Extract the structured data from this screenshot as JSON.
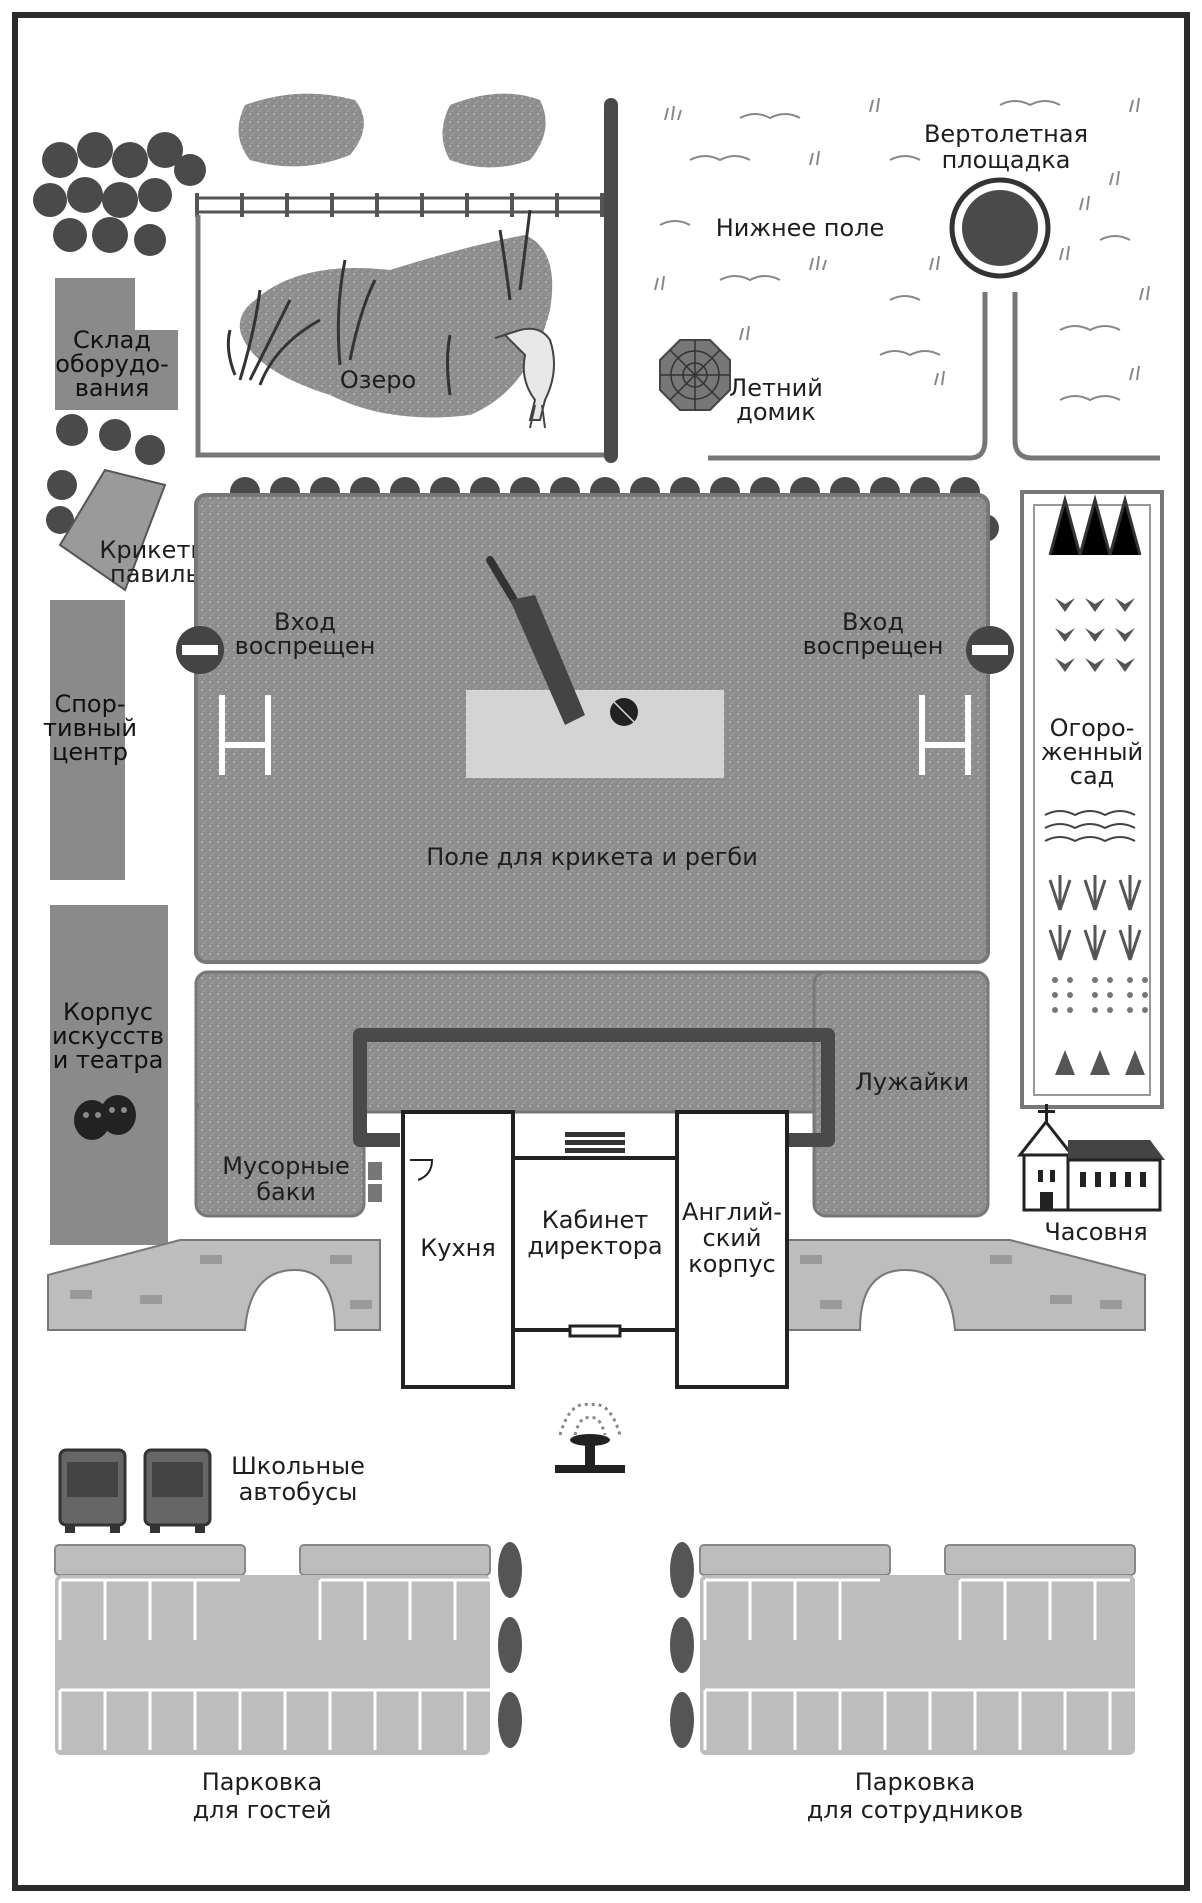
{
  "map": {
    "labels": {
      "equipment_store": [
        "Склад",
        "оборудо-",
        "вания"
      ],
      "lake": "Озеро",
      "lower_field": "Нижнее поле",
      "helipad": [
        "Вертолетная",
        "площадка"
      ],
      "summer_house": [
        "Летний",
        "домик"
      ],
      "cricket_pavilion": [
        "Крикетный",
        "павильон"
      ],
      "no_entry_left": [
        "Вход",
        "воспрещен"
      ],
      "no_entry_right": [
        "Вход",
        "воспрещен"
      ],
      "sports_centre": [
        "Спор-",
        "тивный",
        "центр"
      ],
      "walled_garden": [
        "Огоро-",
        "женный",
        "сад"
      ],
      "pitch": "Поле для крикета и регби",
      "arts_theatre": [
        "Корпус",
        "искусств",
        "и театра"
      ],
      "lawns": "Лужайки",
      "bins": [
        "Мусорные",
        "баки"
      ],
      "kitchen": "Кухня",
      "head_office": [
        "Кабинет",
        "директора"
      ],
      "english_building": [
        "Англий-",
        "ский",
        "корпус"
      ],
      "chapel": "Часовня",
      "school_buses": [
        "Школьные",
        "автобусы"
      ],
      "visitor_parking": [
        "Парковка",
        "для гостей"
      ],
      "staff_parking": [
        "Парковка",
        "для сотрудников"
      ]
    },
    "colors": {
      "border": "#2b2b2b",
      "grass_texture": "#8f8f8f",
      "building_grey": "#8a8a8a",
      "path_grey": "#bdbdbd",
      "tree": "#4a4a4a",
      "building_white": "#ffffff"
    },
    "icons": [
      "tree-icon",
      "reed-icon",
      "heron-icon",
      "cricket-bat-icon",
      "cricket-ball-icon",
      "no-entry-icon",
      "rugby-post-icon",
      "theatre-masks-icon",
      "fountain-icon",
      "bus-icon",
      "chapel-icon",
      "helipad-icon",
      "gazebo-icon"
    ]
  }
}
